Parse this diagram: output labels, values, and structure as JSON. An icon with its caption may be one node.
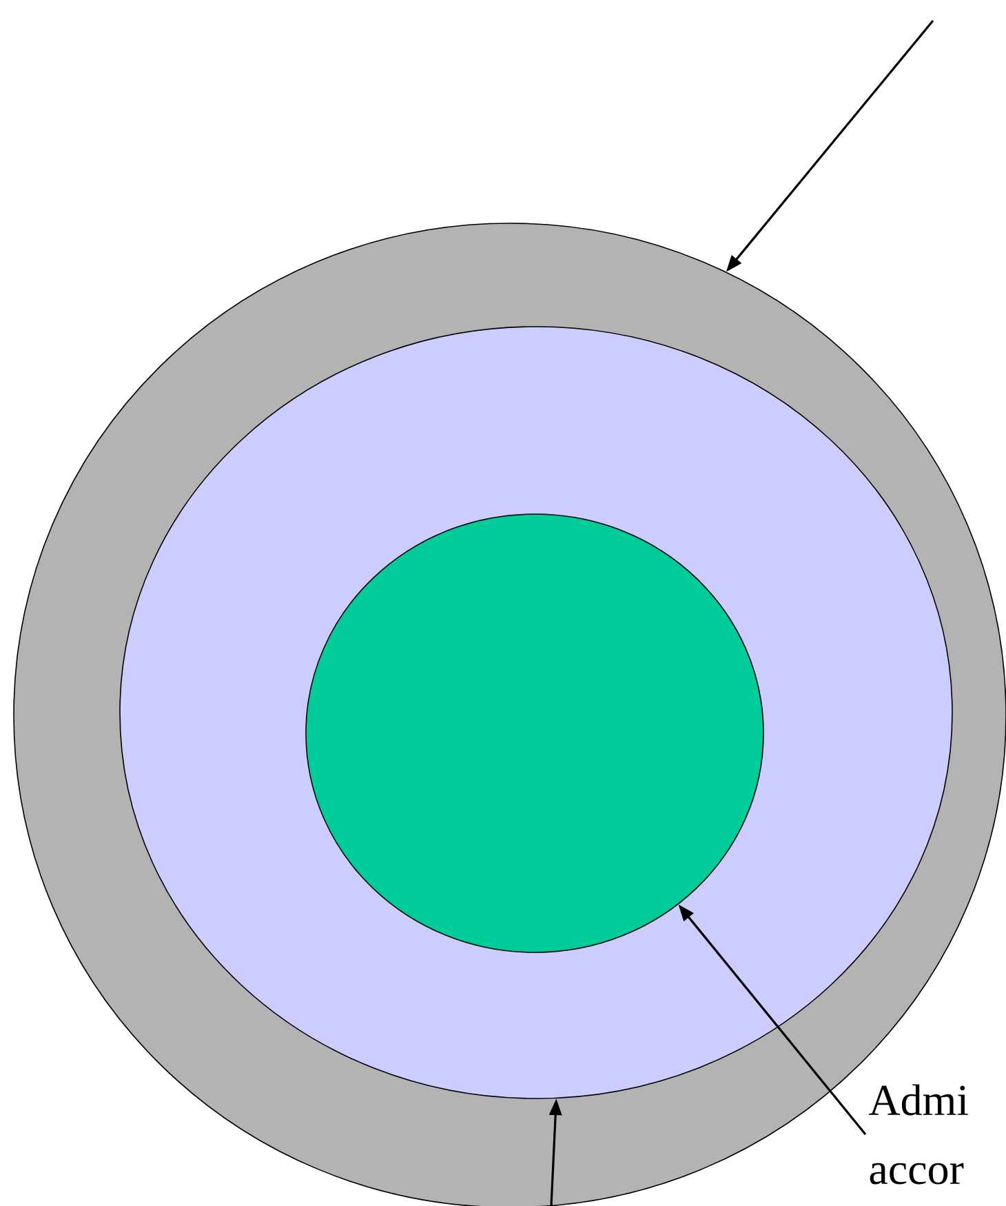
{
  "diagram": {
    "nodes": [
      {
        "text": [],
        "shape": "circle"
      },
      {
        "text": [],
        "shape": "circle",
        "in": 0
      },
      {
        "text": [],
        "shape": "circle",
        "in": 1
      },
      {
        "text": [
          "Admi accor"
        ]
      }
    ],
    "edges": [
      {
        "from": null,
        "to": 0,
        "arrow": "to"
      },
      {
        "from": 3,
        "to": 2,
        "arrow": "to"
      },
      {
        "from": null,
        "to": 1,
        "arrow": "to"
      }
    ]
  }
}
